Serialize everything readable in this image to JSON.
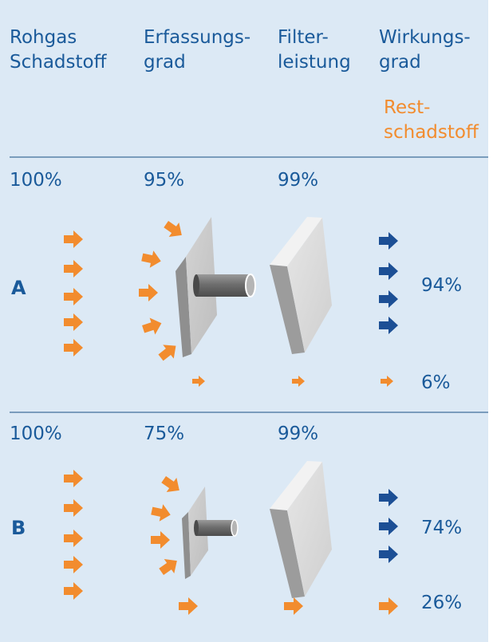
{
  "header": {
    "col1": [
      "Rohgas",
      "Schadstoff"
    ],
    "col2": [
      "Erfassungs-",
      "grad"
    ],
    "col3": [
      "Filter-",
      "leistung"
    ],
    "col4": [
      "Wirkungs-",
      "grad"
    ],
    "col4_sub": [
      "Rest-",
      "schadstoff"
    ]
  },
  "scenarios": [
    {
      "label": "A",
      "raw": "100%",
      "capture": "95%",
      "filter": "99%",
      "efficiency": "94%",
      "residual": "6%"
    },
    {
      "label": "B",
      "raw": "100%",
      "capture": "75%",
      "filter": "99%",
      "efficiency": "74%",
      "residual": "26%"
    }
  ],
  "colors": {
    "blue_text": "#1a5a9a",
    "orange": "#f28c2e",
    "blue_arrow": "#1c4f95",
    "background": "#dce9f5"
  }
}
